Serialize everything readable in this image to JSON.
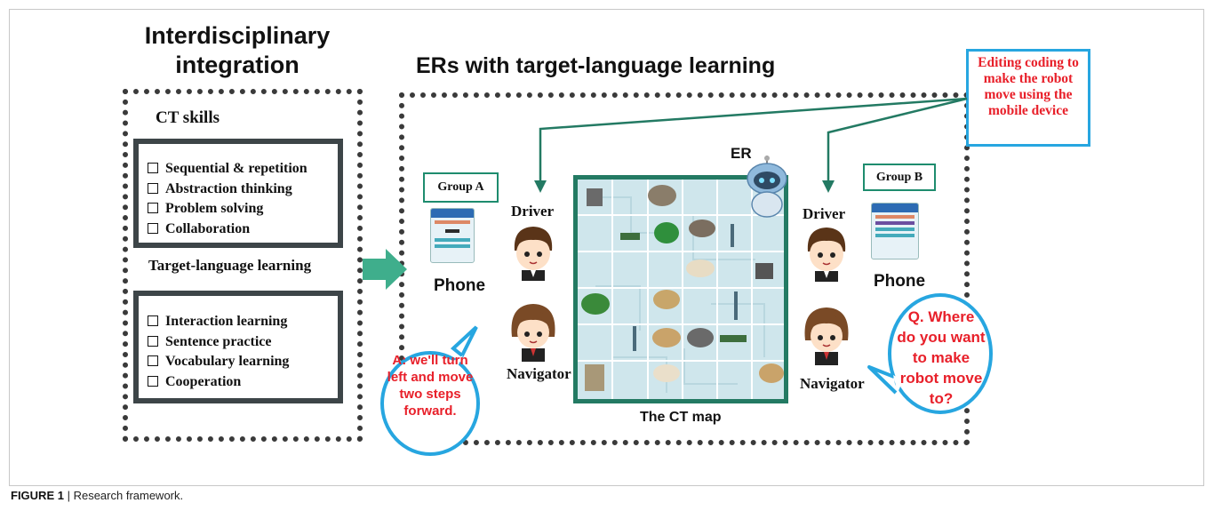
{
  "left_title": "Interdisciplinary integration",
  "right_title": "ERs with target-language learning",
  "ct_skills": {
    "heading": "CT skills",
    "items": [
      "Sequential & repetition",
      "Abstraction thinking",
      "Problem solving",
      "Collaboration"
    ]
  },
  "target_language": {
    "heading": "Target-language learning",
    "items": [
      "Interaction learning",
      "Sentence practice",
      "Vocabulary learning",
      "Cooperation"
    ]
  },
  "editing_note": "Editing coding to make the robot move using the mobile device",
  "er_label": "ER",
  "group_a": {
    "label": "Group A",
    "phone": "Phone",
    "driver": "Driver",
    "navigator": "Navigator"
  },
  "group_b": {
    "label": "Group B",
    "phone": "Phone",
    "driver": "Driver",
    "navigator": "Navigator"
  },
  "bubble_a": "A: we'll turn left and move two steps forward.",
  "bubble_b": "Q. Where do you want to make robot move to?",
  "map_label": "The CT map",
  "caption": {
    "prefix": "FIGURE 1",
    "separator": " | ",
    "text": "Research framework."
  },
  "colors": {
    "green": "#237a63",
    "arrow_green": "#3fae8c",
    "red_text": "#e8202a",
    "cyan_border": "#27a6e0",
    "dark_border": "#3d4548"
  }
}
